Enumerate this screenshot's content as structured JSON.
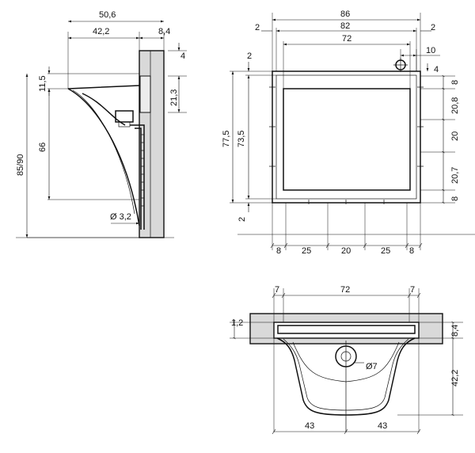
{
  "side_view": {
    "dims": {
      "total_depth": "50,6",
      "basin_depth": "42,2",
      "wall_thickness": "8,4",
      "top_offset": "4",
      "rim_height": "11,5",
      "bracket_height": "21,3",
      "basin_height": "66",
      "mount_height": "85/90",
      "drain_diameter": "Ø 3,2"
    }
  },
  "front_view": {
    "dims": {
      "overall_width": "86",
      "margin_left": "2",
      "inner_width": "82",
      "margin_right": "2",
      "basin_width": "72",
      "tap_offset": "10",
      "tap_depth": "4",
      "top_margin": "2",
      "overall_height": "77,5",
      "inner_height": "73,5",
      "bottom_margin": "2",
      "right_top": "8",
      "right_upper": "20,8",
      "right_mid": "20",
      "right_lower": "20,7",
      "right_bottom": "8",
      "bottom_segments": [
        "8",
        "25",
        "20",
        "25",
        "8"
      ]
    }
  },
  "top_view": {
    "dims": {
      "left_edge": "7",
      "inner_width": "72",
      "right_edge": "7",
      "rim_thickness": "1,2",
      "lip_height": "8,4",
      "bowl_depth": "42,2",
      "drain_diameter": "Ø7",
      "half_left": "43",
      "half_right": "43"
    }
  }
}
